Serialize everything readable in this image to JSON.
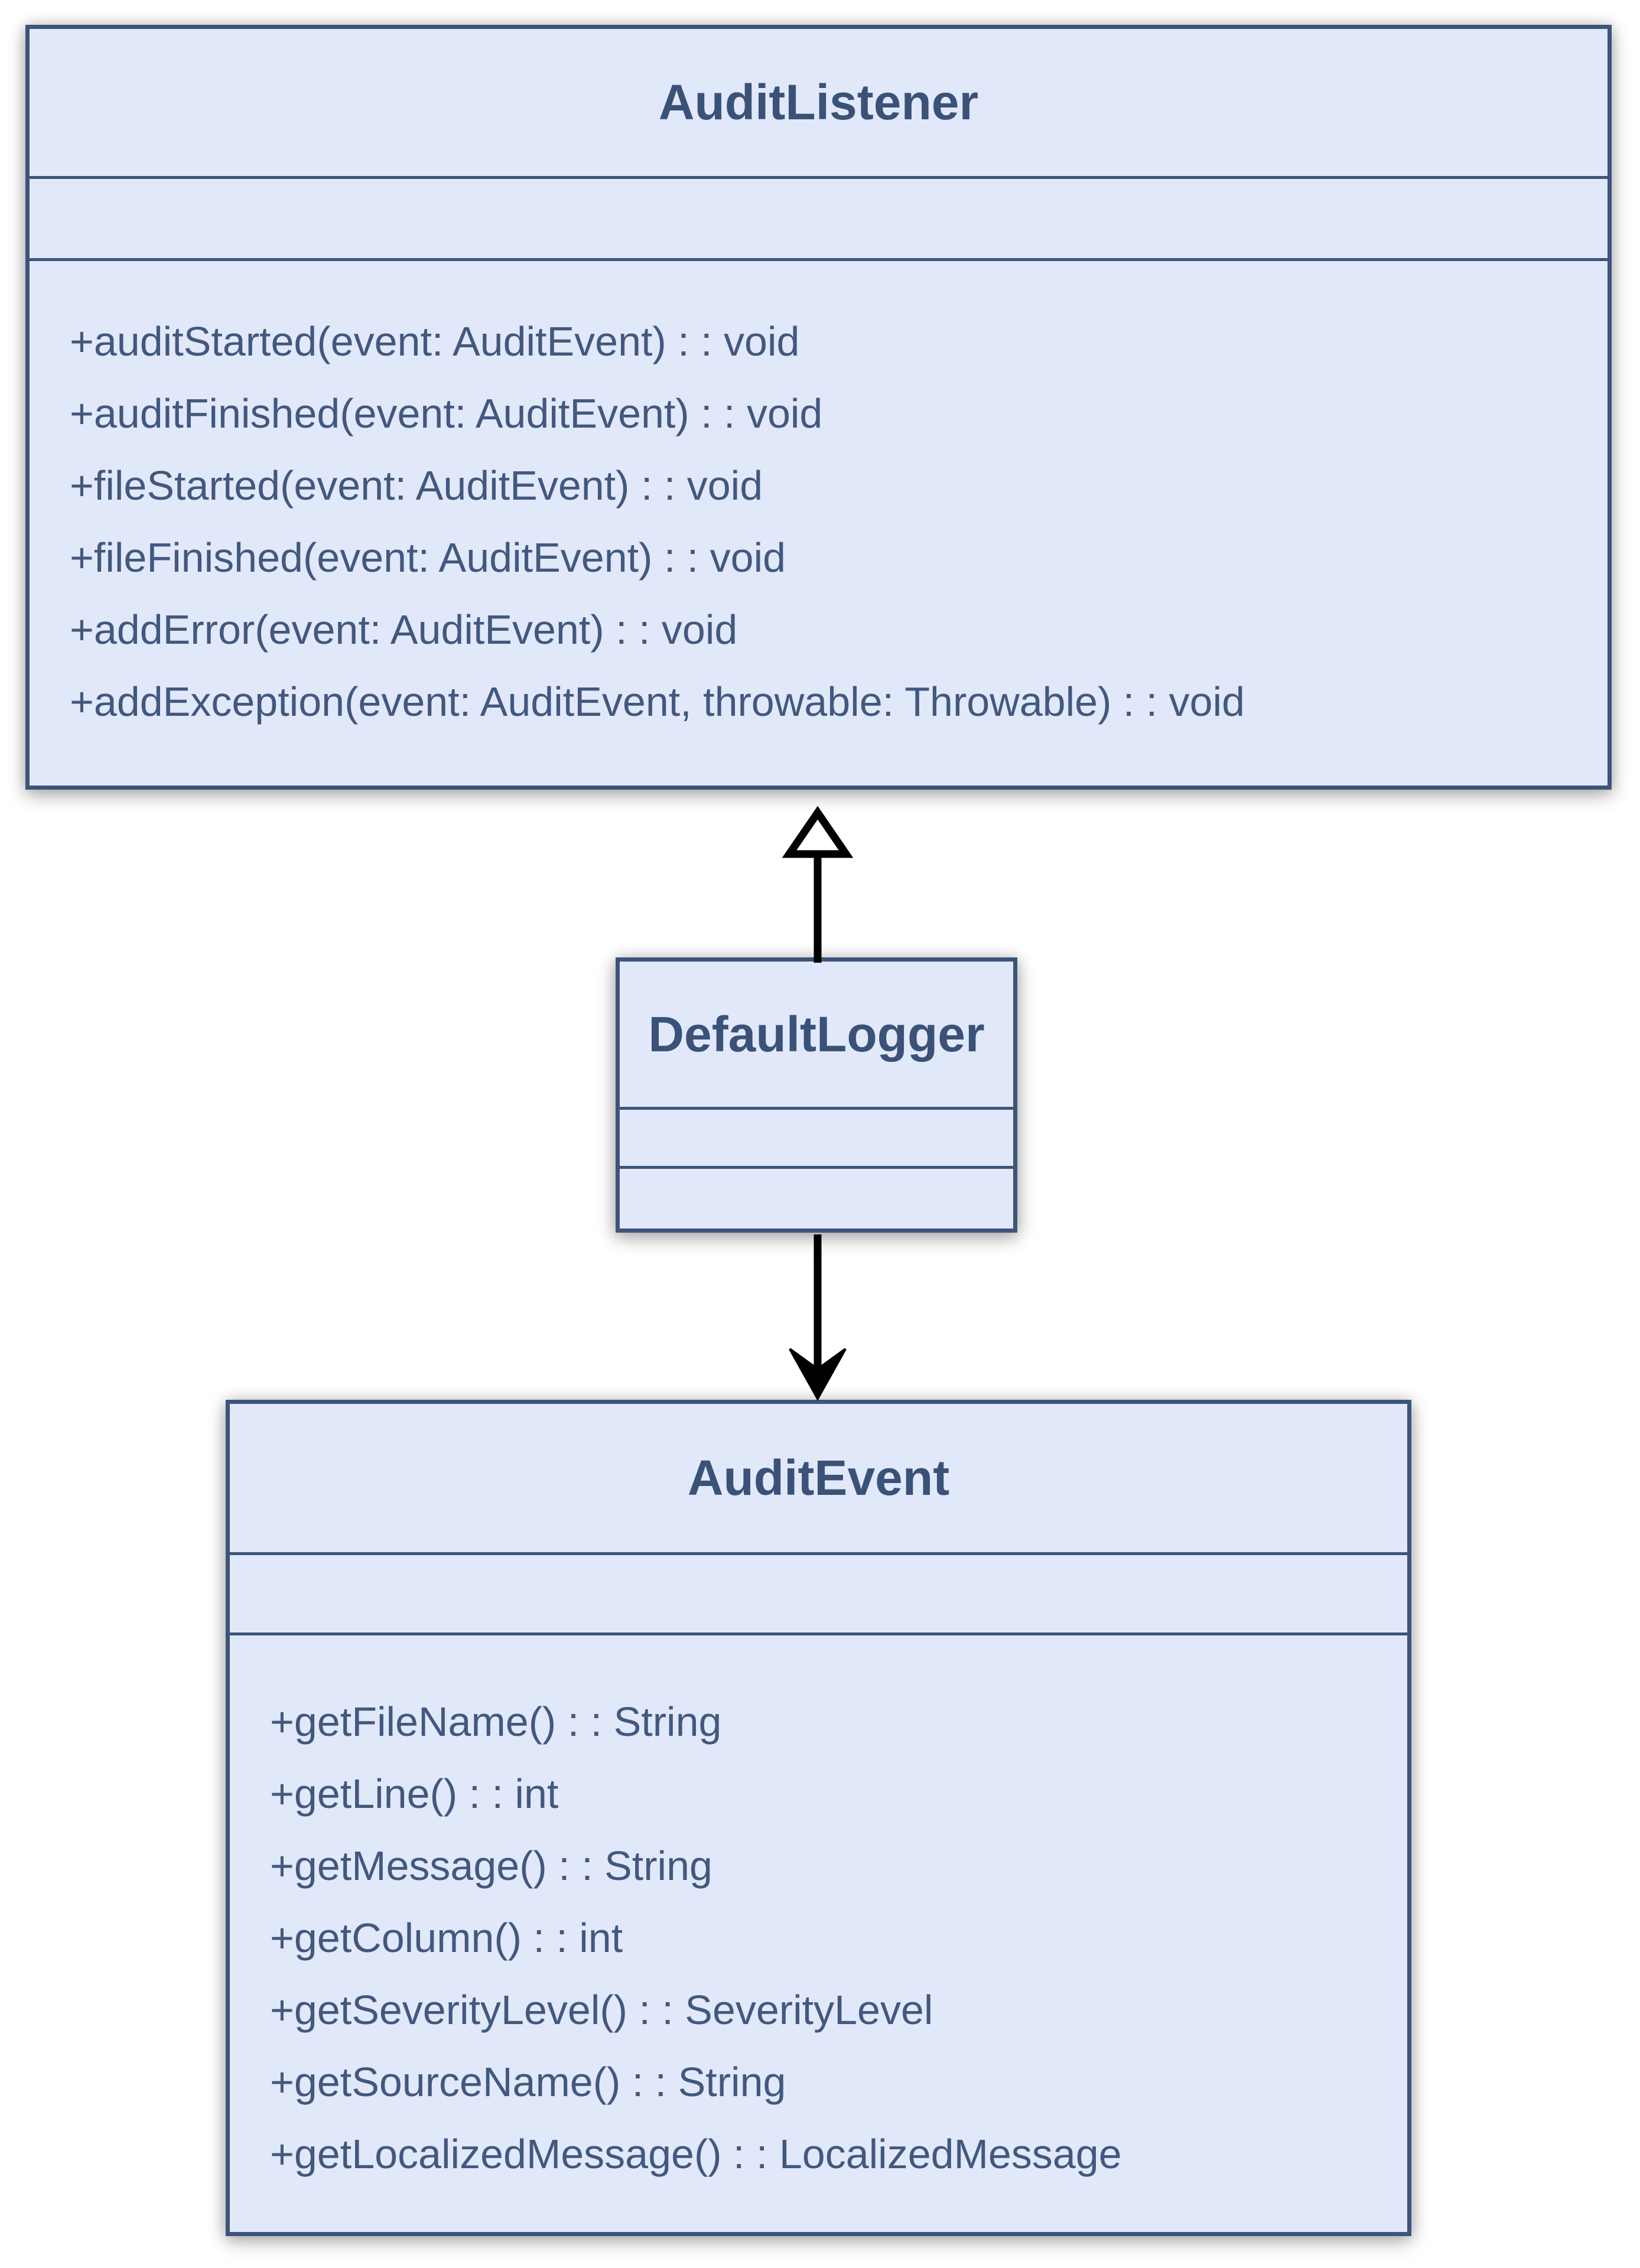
{
  "diagram": {
    "type": "uml-class-diagram",
    "classes": [
      {
        "name": "AuditListener",
        "attributes": [],
        "methods": [
          "+auditStarted(event: AuditEvent) : : void",
          "+auditFinished(event: AuditEvent) : : void",
          "+fileStarted(event: AuditEvent) : : void",
          "+fileFinished(event: AuditEvent) : : void",
          "+addError(event: AuditEvent) : : void",
          "+addException(event: AuditEvent, throwable: Throwable) : : void"
        ]
      },
      {
        "name": "DefaultLogger",
        "attributes": [],
        "methods": []
      },
      {
        "name": "AuditEvent",
        "attributes": [],
        "methods": [
          "+getFileName() : : String",
          "+getLine() : : int",
          "+getMessage() : : String",
          "+getColumn() : : int",
          "+getSeverityLevel() : : SeverityLevel",
          "+getSourceName() : : String",
          "+getLocalizedMessage() : : LocalizedMessage"
        ]
      }
    ],
    "relations": [
      {
        "type": "generalization",
        "from": "DefaultLogger",
        "to": "AuditListener",
        "arrowhead": "hollow-triangle"
      },
      {
        "type": "directed-association",
        "from": "DefaultLogger",
        "to": "AuditEvent",
        "arrowhead": "concave-filled"
      }
    ],
    "colors": {
      "box_fill": "#e1e8fa",
      "box_border": "#3d547a",
      "title_text": "#3a5278",
      "method_text": "#42587e",
      "arrow": "#000000",
      "background": "#ffffff"
    }
  }
}
